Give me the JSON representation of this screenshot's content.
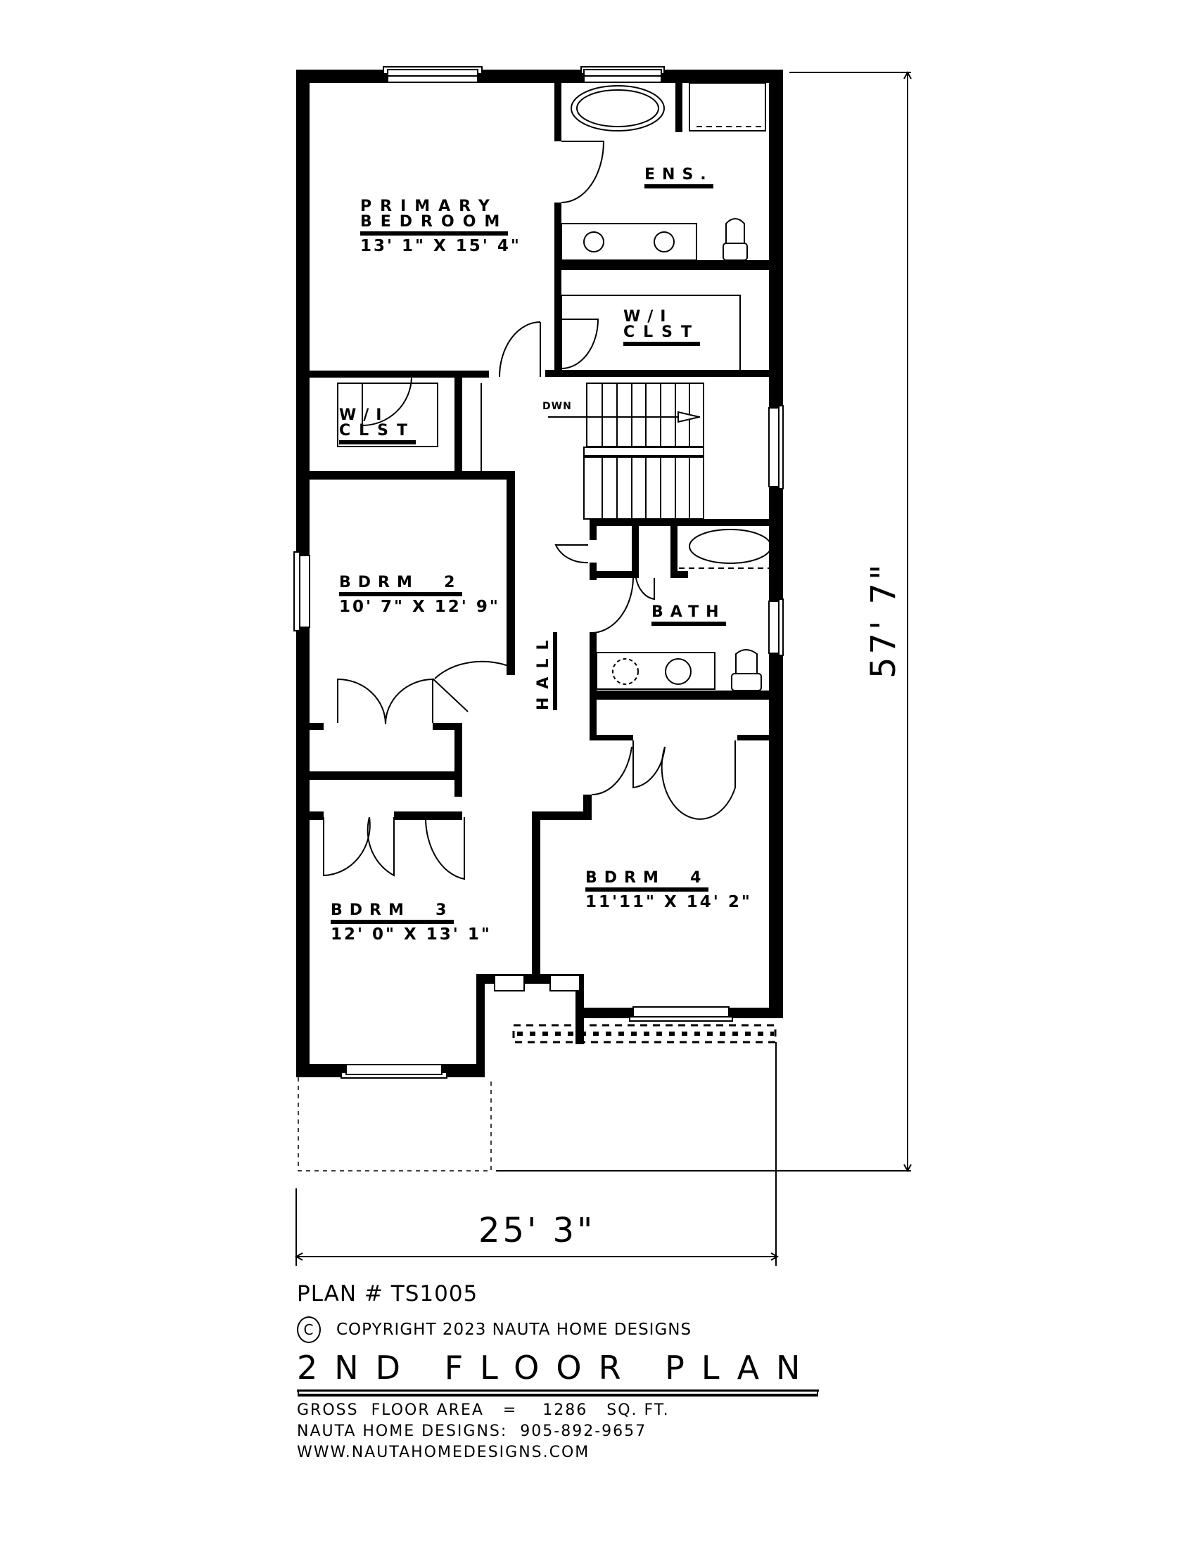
{
  "plan": {
    "rooms": {
      "primary_bedroom": {
        "name_line1": "PRIMARY",
        "name_line2": "BEDROOM",
        "dims": "13' 1\" X 15' 4\""
      },
      "ensuite": {
        "name": "ENS."
      },
      "wic_primary": {
        "name_line1": "W/I",
        "name_line2": "CLST"
      },
      "wic_hall": {
        "name_line1": "W/I",
        "name_line2": "CLST"
      },
      "bdrm2": {
        "name": "BDRM  2",
        "dims": "10' 7\" X 12' 9\""
      },
      "bdrm3": {
        "name": "BDRM  3",
        "dims": "12' 0\" X 13' 1\""
      },
      "bdrm4": {
        "name": "BDRM  4",
        "dims": "11'11\" X 14' 2\""
      },
      "bath": {
        "name": "BATH"
      },
      "hall": {
        "name": "HALL"
      }
    },
    "stair_label": "DWN",
    "dimensions": {
      "width": "25' 3\"",
      "depth": "57' 7\""
    }
  },
  "title_block": {
    "plan_number": "PLAN # TS1005",
    "copyright_symbol": "C",
    "copyright": "COPYRIGHT 2023 NAUTA HOME DESIGNS",
    "floor_title": "2ND FLOOR PLAN",
    "gross_area": "GROSS  FLOOR AREA   =    1286   SQ. FT.",
    "phone": "NAUTA HOME DESIGNS:  905-892-9657",
    "website": "WWW.NAUTAHOMEDESIGNS.COM"
  }
}
